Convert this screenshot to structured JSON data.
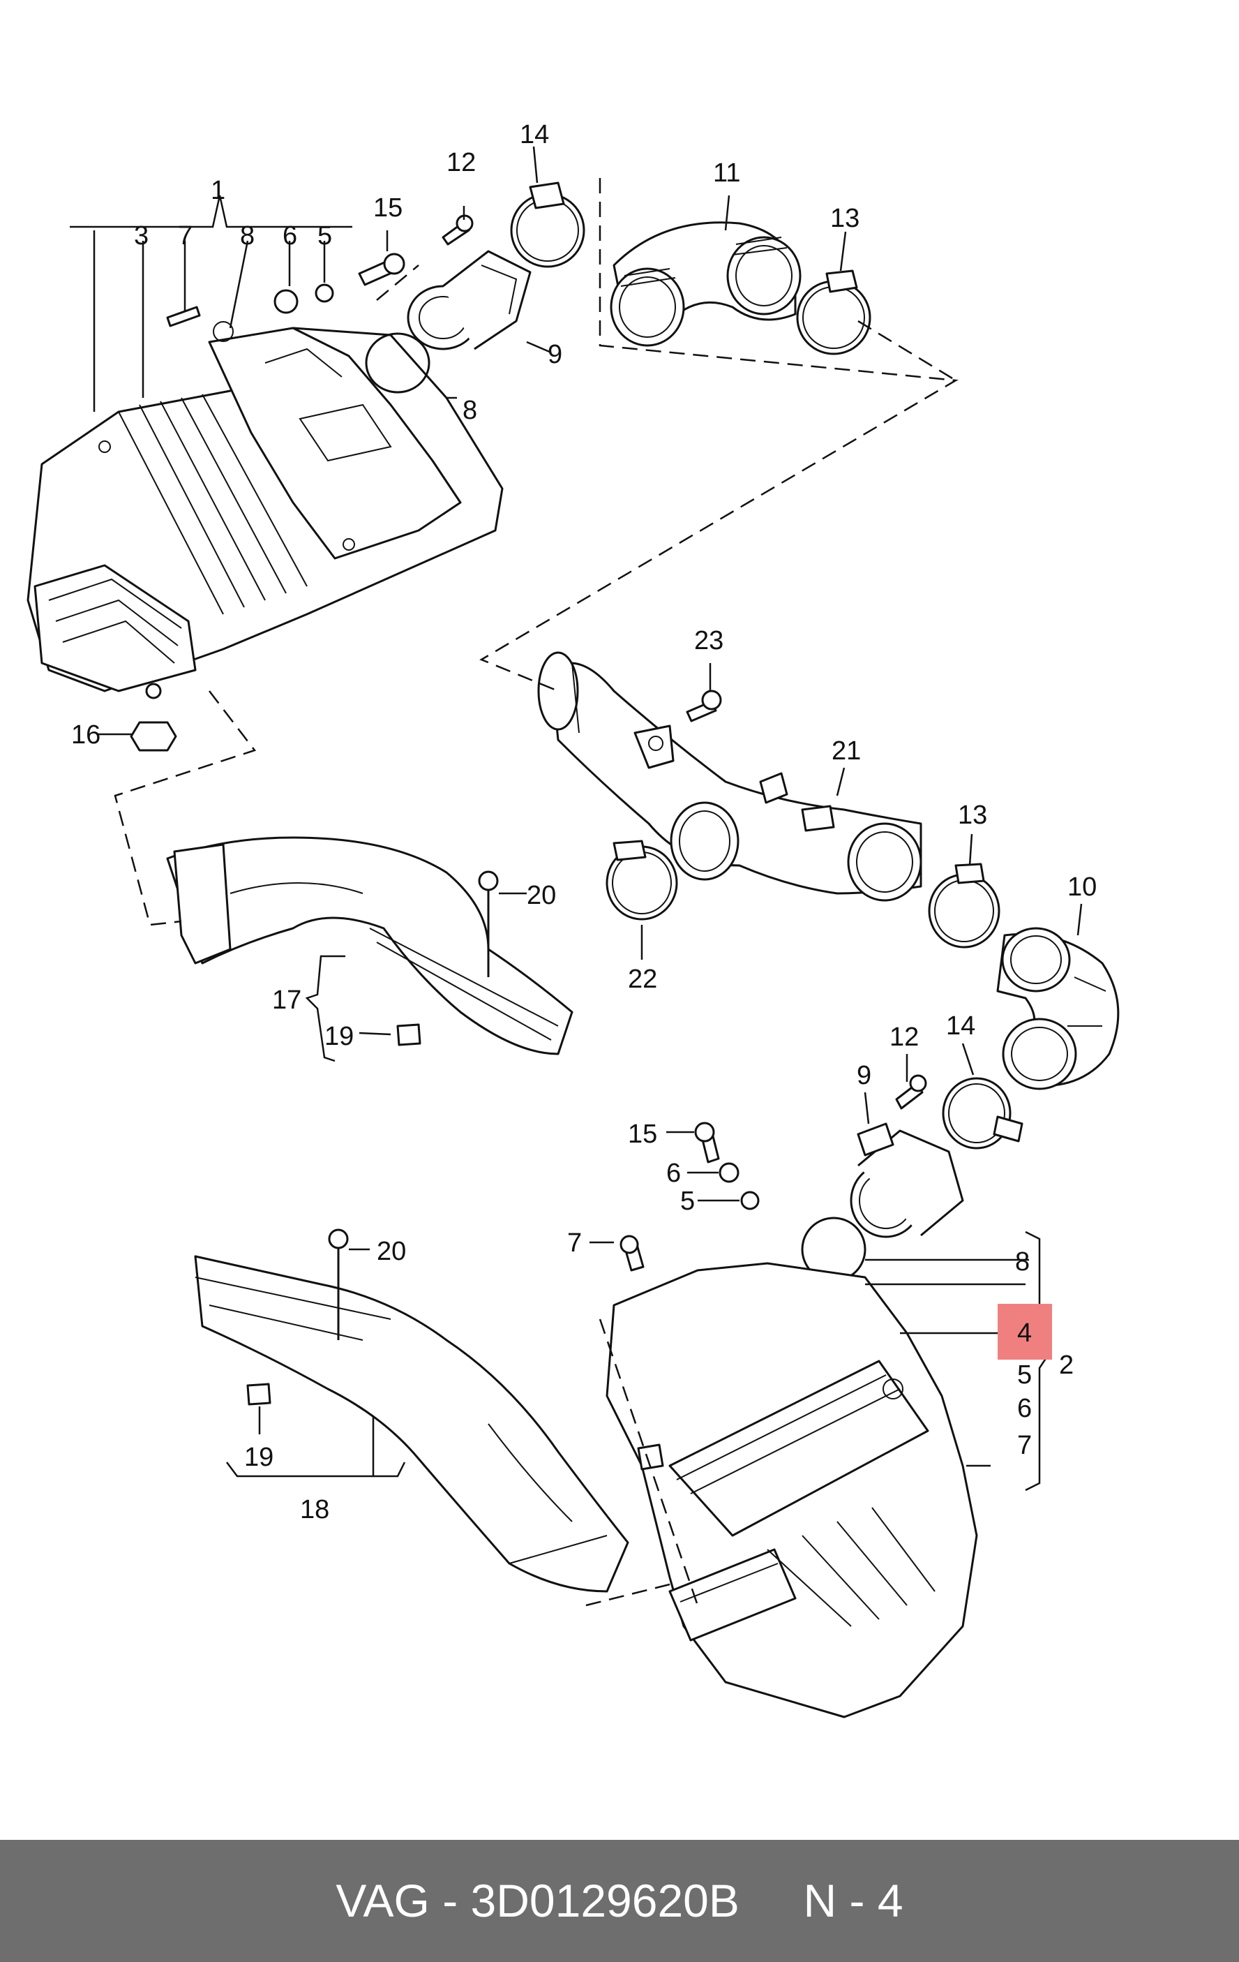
{
  "labels": {
    "l1": "1",
    "l3": "3",
    "l7a": "7",
    "l8a": "8",
    "l6a": "6",
    "l5a": "5",
    "l15a": "15",
    "l12a": "12",
    "l14a": "14",
    "l11": "11",
    "l13a": "13",
    "l9a": "9",
    "l8b": "8",
    "l16": "16",
    "l23": "23",
    "l21": "21",
    "l13b": "13",
    "l10": "10",
    "l20a": "20",
    "l17": "17",
    "l19a": "19",
    "l22": "22",
    "l12b": "12",
    "l14b": "14",
    "l9b": "9",
    "l15b": "15",
    "l6b": "6",
    "l5b": "5",
    "l7b": "7",
    "l20b": "20",
    "l8c": "8",
    "l4": "4",
    "l2": "2",
    "l5c": "5",
    "l6c": "6",
    "l7c": "7",
    "l19b": "19",
    "l18": "18"
  },
  "highlight_color": "#f08080",
  "footer": {
    "text": "VAG - 3D0129620B     N - 4"
  }
}
